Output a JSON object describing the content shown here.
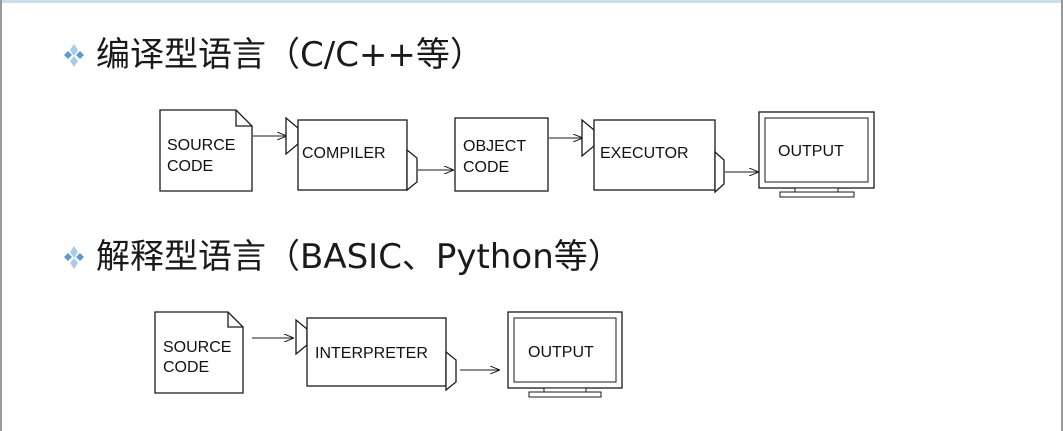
{
  "sections": [
    {
      "heading": "编译型语言（C/C++等）",
      "flow": {
        "source_line1": "SOURCE",
        "source_line2": "CODE",
        "compiler": "COMPILER",
        "object_line1": "OBJECT",
        "object_line2": "CODE",
        "executor": "EXECUTOR",
        "output": "OUTPUT"
      }
    },
    {
      "heading": "解释型语言（BASIC、Python等）",
      "flow": {
        "source_line1": "SOURCE",
        "source_line2": "CODE",
        "interpreter": "INTERPRETER",
        "output": "OUTPUT"
      }
    }
  ],
  "colors": {
    "bullet": "#5b9bd5",
    "bullet_light": "#a9cbe8",
    "stroke": "#1a1a1a",
    "monitor_fill": "#ffffff"
  },
  "icons": {
    "bullet": "four-diamond-bullet-icon",
    "document": "document-icon",
    "monitor": "monitor-icon",
    "arrow": "arrow-right-icon"
  }
}
